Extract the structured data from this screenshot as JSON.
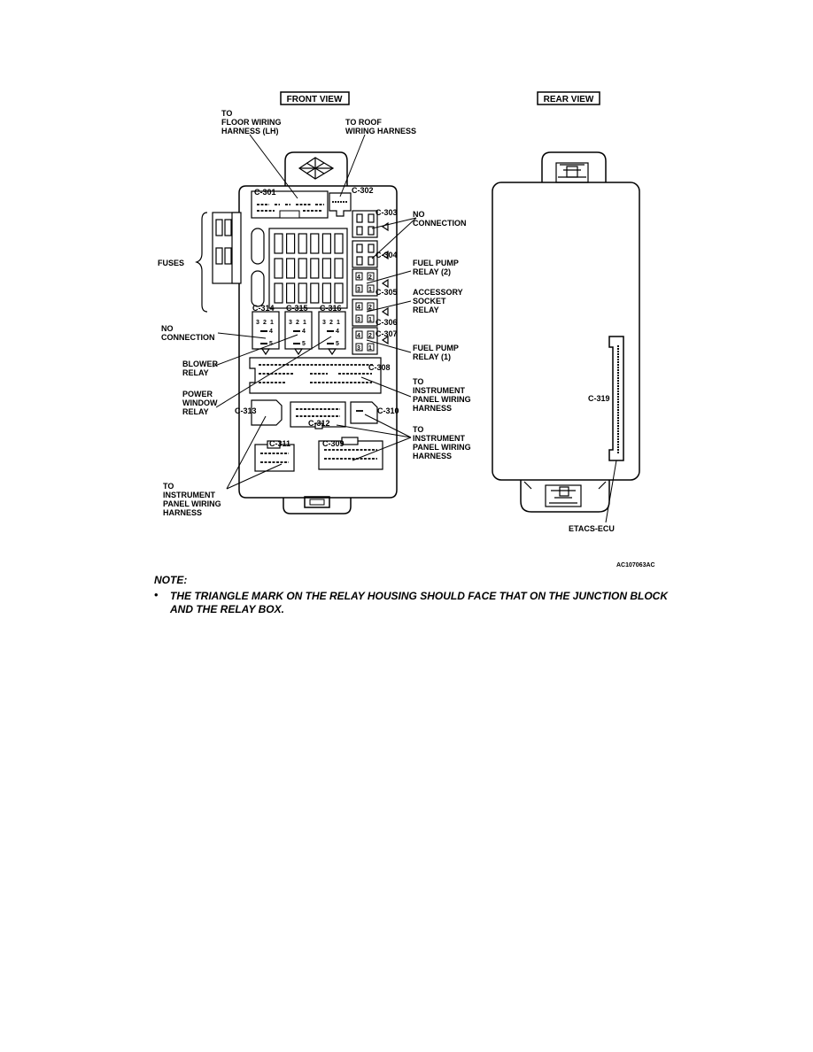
{
  "views": {
    "front": "FRONT VIEW",
    "rear": "REAR VIEW"
  },
  "labels": {
    "to_floor": [
      "TO",
      "FLOOR WIRING",
      "HARNESS (LH)"
    ],
    "to_roof": [
      "TO ROOF",
      "WIRING HARNESS"
    ],
    "fuses": "FUSES",
    "no_connection_right": [
      "NO",
      "CONNECTION"
    ],
    "fuel_pump_2": [
      "FUEL PUMP",
      "RELAY (2)"
    ],
    "accessory": [
      "ACCESSORY",
      "SOCKET",
      "RELAY"
    ],
    "fuel_pump_1": [
      "FUEL PUMP",
      "RELAY (1)"
    ],
    "no_connection_left": [
      "NO",
      "CONNECTION"
    ],
    "blower": [
      "BLOWER",
      "RELAY"
    ],
    "power_window": [
      "POWER",
      "WINDOW",
      "RELAY"
    ],
    "to_ip_308": [
      "TO",
      "INSTRUMENT",
      "PANEL WIRING",
      "HARNESS"
    ],
    "to_ip_309": [
      "TO",
      "INSTRUMENT",
      "PANEL WIRING",
      "HARNESS"
    ],
    "to_ip_left": [
      "TO",
      "INSTRUMENT",
      "PANEL WIRING",
      "HARNESS"
    ],
    "etacs": "ETACS-ECU",
    "code": "AC107063AC"
  },
  "connectors": {
    "c301": "C-301",
    "c302": "C-302",
    "c303": "C-303",
    "c304": "C-304",
    "c305": "C-305",
    "c306": "C-306",
    "c307": "C-307",
    "c308": "C-308",
    "c309": "C-309",
    "c310": "C-310",
    "c311": "C-311",
    "c312": "C-312",
    "c313": "C-313",
    "c314": "C-314",
    "c315": "C-315",
    "c316": "C-316",
    "c319": "C-319"
  },
  "pins": {
    "three": "3",
    "two": "2",
    "one": "1",
    "four": "4",
    "five": "5"
  },
  "note": {
    "title": "NOTE:",
    "bullet": "•",
    "line1": "THE TRIANGLE MARK ON THE RELAY HOUSING SHOULD FACE THAT ON THE JUNCTION BLOCK",
    "line2": "AND THE RELAY BOX."
  }
}
